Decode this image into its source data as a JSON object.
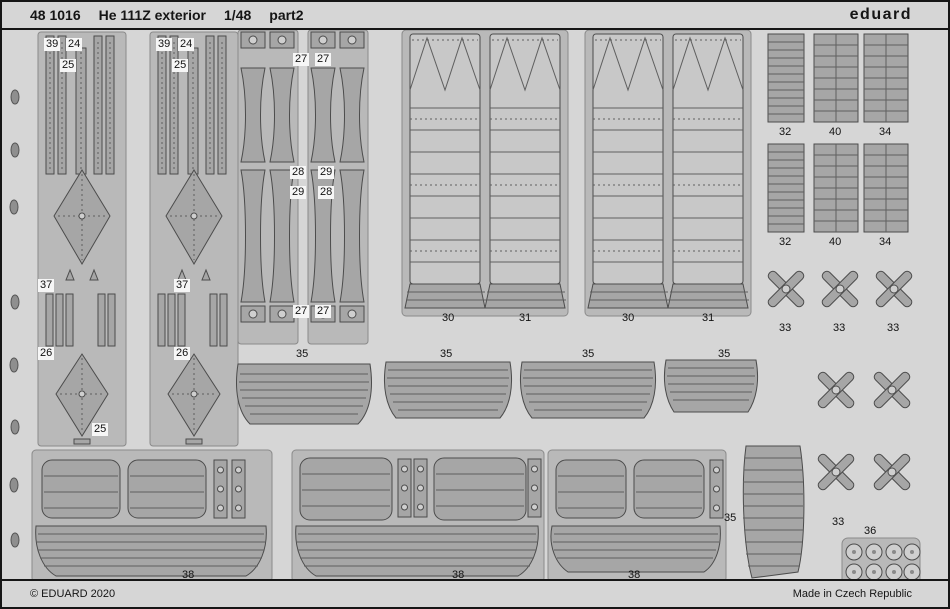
{
  "header": {
    "catalog_number": "48 1016",
    "title": "He 111Z exterior",
    "scale": "1/48",
    "part": "part2",
    "brand": "eduard"
  },
  "footer": {
    "copyright": "© EDUARD 2020",
    "origin": "Made in Czech Republic"
  },
  "sheet": {
    "part_labels": [
      "39",
      "24",
      "25",
      "39",
      "24",
      "25",
      "37",
      "37",
      "26",
      "26",
      "25",
      "27",
      "27",
      "28",
      "29",
      "29",
      "28",
      "27",
      "27",
      "30",
      "31",
      "30",
      "31",
      "32",
      "40",
      "34",
      "32",
      "40",
      "34",
      "33",
      "33",
      "33",
      "35",
      "35",
      "35",
      "35",
      "35",
      "33",
      "36",
      "38",
      "38",
      "38"
    ]
  },
  "colors": {
    "background": "#d6d6d6",
    "fret_web": "#b9b9b9",
    "part_fill": "#a6a6a6",
    "outline": "#4c4c4c",
    "label_box": "#f6f6f6"
  }
}
